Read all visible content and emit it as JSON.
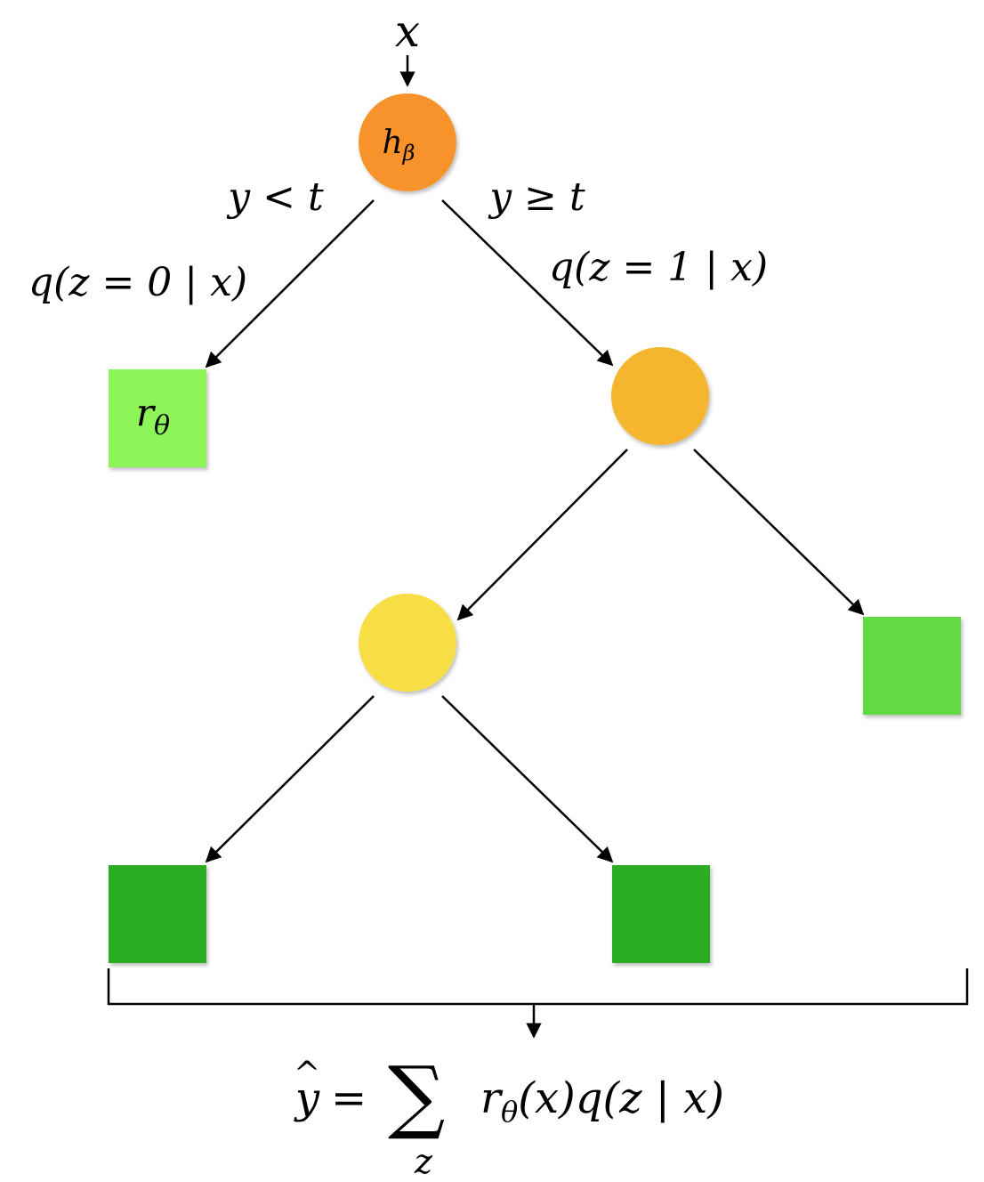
{
  "labels": {
    "input": "x",
    "root": "h",
    "root_sub": "β",
    "left_condition": "y < t",
    "right_condition": "y ≥ t",
    "left_prob": "q(z = 0 | x)",
    "right_prob": "q(z = 1 | x)",
    "leaf": "r",
    "leaf_sub": "θ",
    "formula_y": "y",
    "formula_hat": "^",
    "formula_eq": "=",
    "formula_sum": "∑",
    "formula_sum_index": "z",
    "formula_rest": "r",
    "formula_rest_sub": "θ",
    "formula_tail": "(x)q(z | x)"
  },
  "colors": {
    "root": "#F7932B",
    "internal_1": "#F5B52E",
    "internal_2": "#F8DE45",
    "leaf_light": "#8DF559",
    "leaf_mid": "#64D944",
    "leaf_dark": "#2BAD21"
  }
}
